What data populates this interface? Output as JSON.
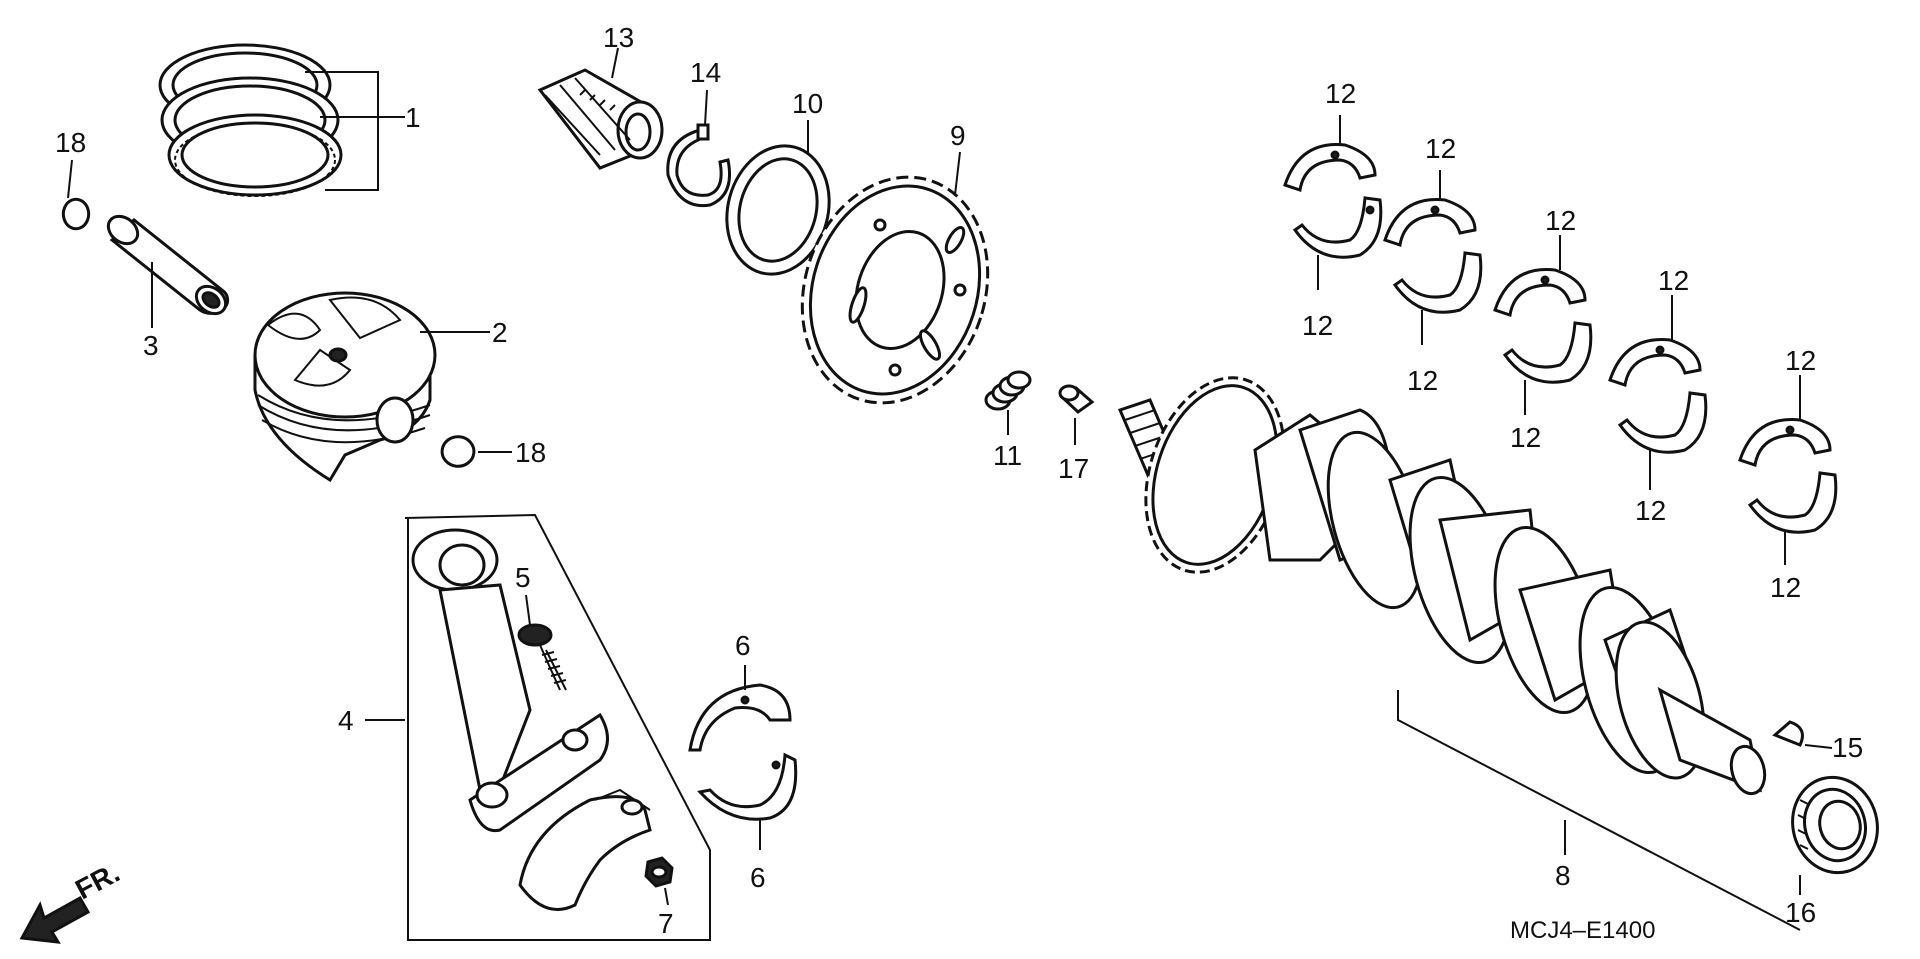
{
  "callouts": {
    "c1": "1",
    "c2": "2",
    "c3": "3",
    "c4": "4",
    "c5": "5",
    "c6a": "6",
    "c6b": "6",
    "c7": "7",
    "c8": "8",
    "c9": "9",
    "c10": "10",
    "c11": "11",
    "c12": [
      "12",
      "12",
      "12",
      "12",
      "12",
      "12",
      "12",
      "12",
      "12",
      "12"
    ],
    "c13": "13",
    "c14": "14",
    "c15": "15",
    "c16": "16",
    "c17": "17",
    "c18a": "18",
    "c18b": "18"
  },
  "diagram_code": "MCJ4–E1400",
  "direction_label": "FR."
}
